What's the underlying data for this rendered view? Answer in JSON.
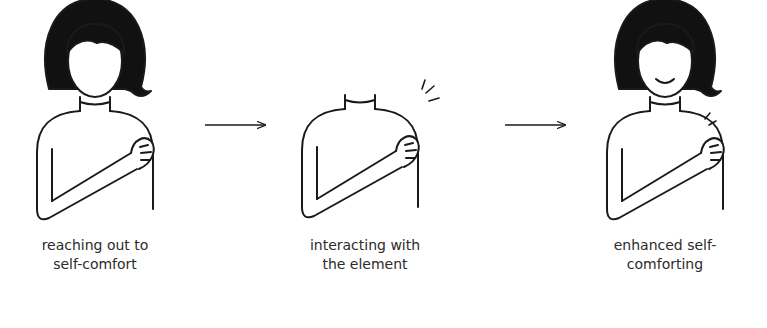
{
  "diagram": {
    "nodes": [
      {
        "text": [
          "reaching out to self-comfort"
        ]
      },
      {
        "text": [
          "interacting with the element"
        ]
      },
      {
        "text": [
          "enhanced self-comforting"
        ]
      }
    ],
    "edges": [
      {
        "from": 0,
        "to": 1,
        "arrow": "to"
      },
      {
        "from": 1,
        "to": 2,
        "arrow": "to"
      }
    ]
  }
}
